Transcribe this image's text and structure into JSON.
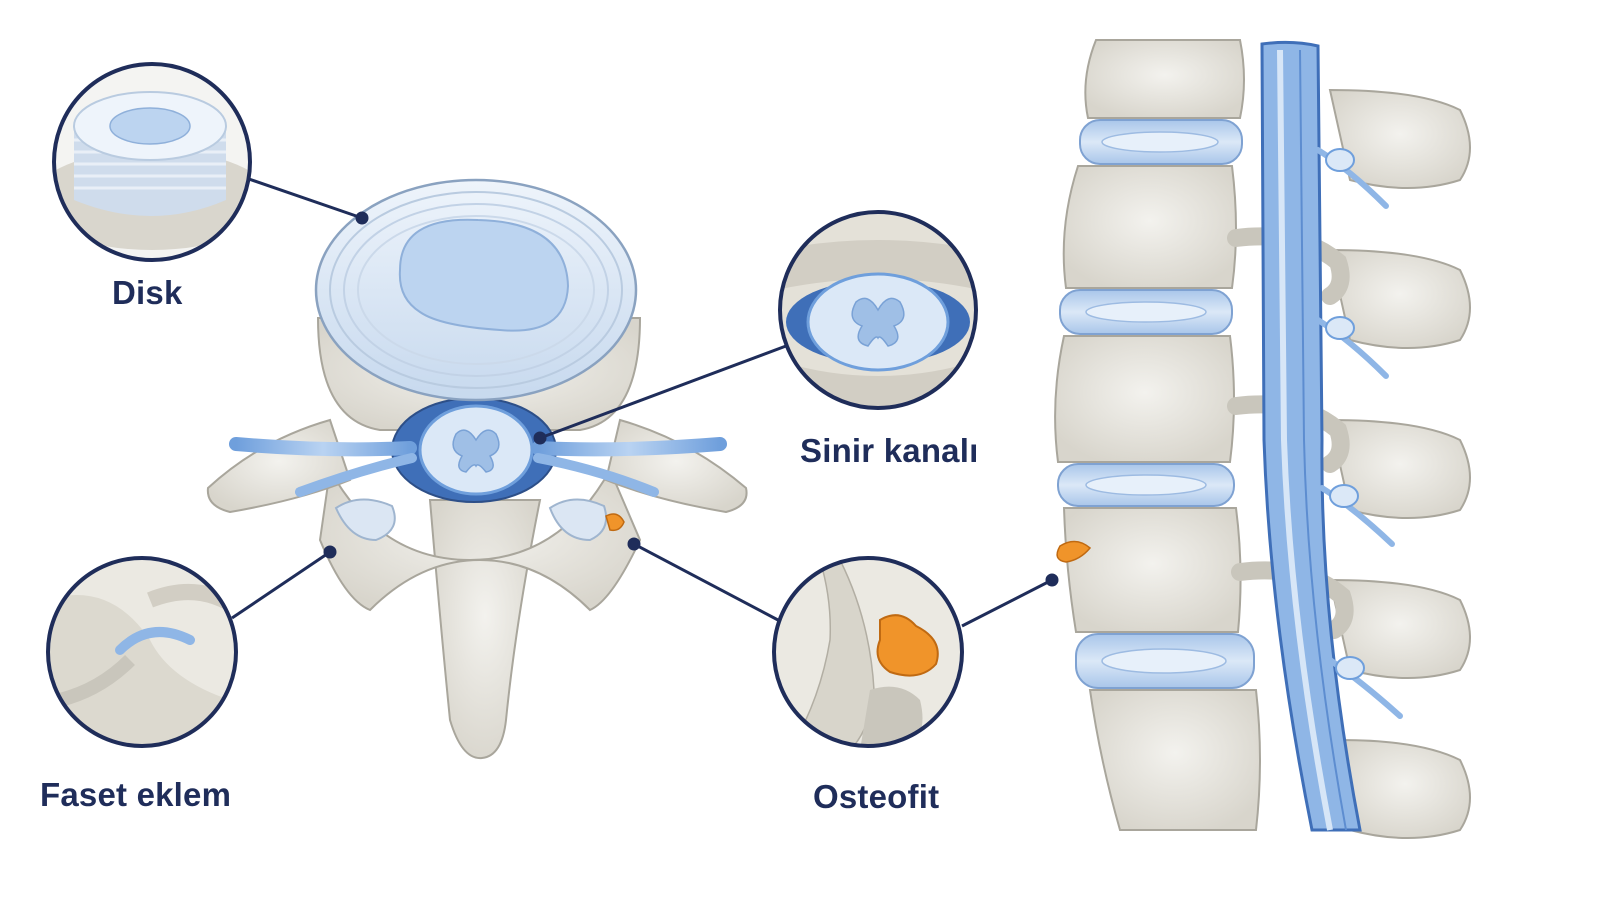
{
  "labels": {
    "disk": "Disk",
    "nerve_canal": "Sinir kanalı",
    "facet_joint": "Faset eklem",
    "osteophyte": "Osteofit"
  },
  "colors": {
    "navy": "#1f2d5a",
    "bone": "#e9e7e0",
    "bone_shadow": "#c9c6bc",
    "disc_blue": "#c9dcf2",
    "nerve_blue": "#8fb6e6",
    "osteophyte_orange": "#f0942a"
  }
}
